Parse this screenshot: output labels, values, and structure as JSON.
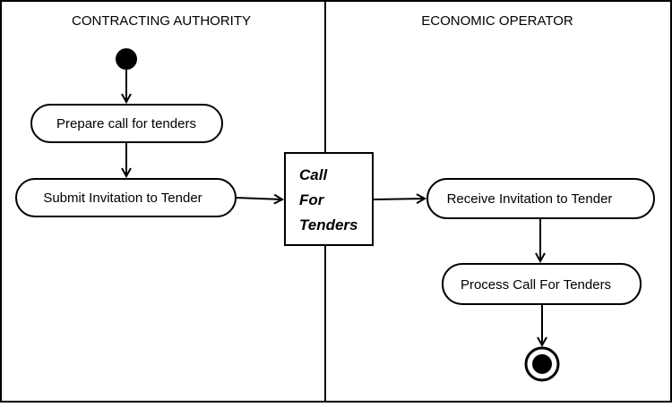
{
  "swimlanes": [
    {
      "title": "CONTRACTING AUTHORITY"
    },
    {
      "title": "ECONOMIC OPERATOR"
    }
  ],
  "actions": {
    "prepare": "Prepare call for tenders",
    "submit": "Submit Invitation to Tender",
    "receive": "Receive Invitation to Tender",
    "process": "Process Call For Tenders"
  },
  "object_node": {
    "lines": [
      "Call",
      "For",
      "Tenders"
    ]
  },
  "colors": {
    "stroke": "#000000",
    "fill": "#ffffff"
  }
}
